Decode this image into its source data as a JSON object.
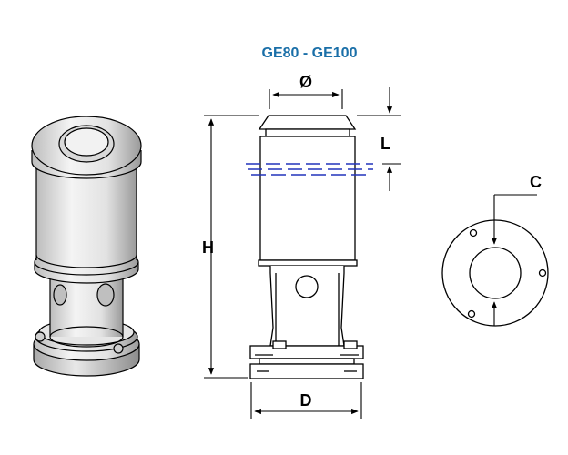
{
  "title": "GE80 - GE100",
  "title_color": "#1a6fa8",
  "labels": {
    "diameter": "Ø",
    "length": "L",
    "height": "H",
    "depth": "D",
    "clearance": "C"
  },
  "line_color": "#000000",
  "waterline_color": "#2233bb"
}
